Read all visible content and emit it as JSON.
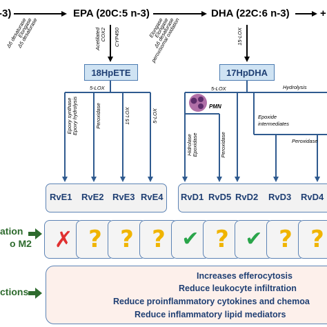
{
  "header": {
    "left_fragment": "-3)",
    "epa": "EPA (20C:5 n-3)",
    "dha": "DHA (22C:6 n-3)",
    "right_fragment": "+"
  },
  "enzymes": {
    "to_epa": [
      "Δ6 desaturase",
      "Elongase",
      "Δ5 desaturase"
    ],
    "epa_down": [
      "Acetilated",
      "COX2"
    ],
    "epa_cyp": "CYP450",
    "to_dha": [
      "Elongase",
      "Elongase",
      "Δ6 desaturase",
      "peroxisomal oxidation"
    ],
    "dha_down": "15-LOX"
  },
  "intermediates": {
    "epa": "18HpETE",
    "dha": "17HpDHA"
  },
  "branches": {
    "epa_lox": "5-LOX",
    "epa_paths": [
      "Epoxy synthase",
      "Epoxy hydrolysis",
      "Peroxidase",
      "15 LOX",
      "5-LOX"
    ],
    "dha_lox": "5-LOX",
    "pmn": "PMN",
    "hydrolysis": "Hydrolysis",
    "dha_paths": [
      "Epoxidase",
      "Hidrolase",
      "Peroxidase"
    ],
    "epoxide": [
      "Epoxide",
      "intermediates"
    ],
    "peroxidase": "Peroxidase"
  },
  "resolvins": [
    "RvE1",
    "RvE2",
    "RvE3",
    "RvE4",
    "RvD1",
    "RvD5",
    "RvD2",
    "RvD3",
    "RvD4"
  ],
  "polarization": {
    "label_line1": "ation",
    "label_line2": "o M2",
    "marks": [
      "✗",
      "?",
      "?",
      "?",
      "✔",
      "?",
      "✔",
      "?",
      "?"
    ],
    "mark_types": [
      "no",
      "unknown",
      "unknown",
      "unknown",
      "yes",
      "unknown",
      "yes",
      "unknown",
      "unknown"
    ]
  },
  "functions": {
    "label": "ctions",
    "effects": [
      "Increases efferocytosis",
      "Reduce leukocyte infiltration",
      "Reduce proinflammatory cytokines and chemoa",
      "Reduce inflammatory lipid mediators"
    ]
  },
  "colors": {
    "line": "#2f5a8f",
    "box_fill": "#cfe3f3",
    "resolvin_text": "#1f3f73",
    "side_label": "#2e6b2e",
    "effects_fill": "#fdf0eb",
    "cross": "#e03030",
    "question": "#f0b400",
    "check": "#2aa54a",
    "pmn_cell": "#b06fa7"
  }
}
